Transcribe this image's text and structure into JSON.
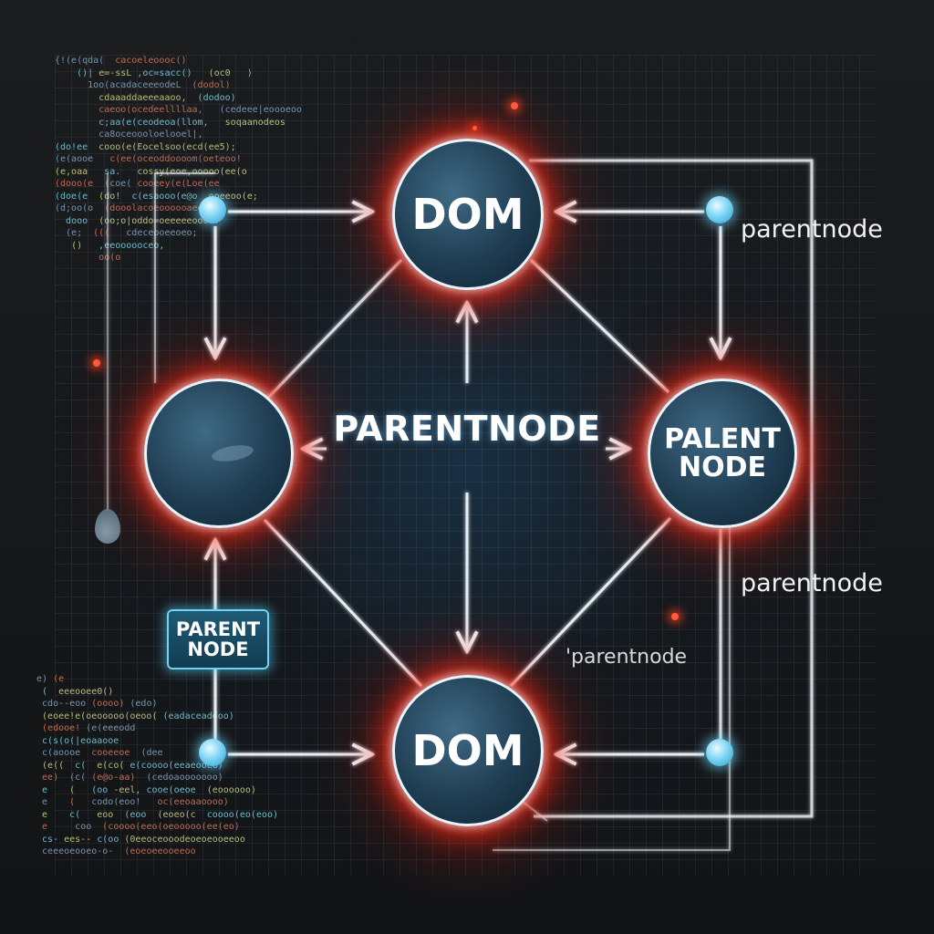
{
  "diagram": {
    "nodes": {
      "top": "DOM",
      "bottom": "DOM",
      "right": "PALENT\nNODE",
      "left": ""
    },
    "center_label": "PARENTNODE",
    "box_label": "PARENT\nNODE",
    "side_labels": {
      "top": "parentnode",
      "middle": "parentnode",
      "lower": "'parentnode"
    }
  },
  "colors": {
    "node_glow": "#ff2a14",
    "node_fill": "#1f3d52",
    "wire": "#e6eef3",
    "dot": "#7fd6f5",
    "background": "#141618"
  },
  "code_snippets": {
    "top": [
      "{!(e(qda(  cacoeleoooc()",
      "    ()| e=-ssL ,oc=sacc()   (oc0   )",
      "      1oo(acadaceeeodeL  (dodol)",
      "        cdaaaddaeeeaaoo,  (dodoo)",
      "        caeoo(ocedeellllaa,   (cedeee|eoooeoo",
      "        c;aa(e(ceodeoa(llom,   soqaanodeos",
      "        ca8oceoooloelooel|,",
      "(do!ee  cooo(e(Eocelsoo(ecd(ee5);",
      "(e(aooe   c(ee(oceoddoooom(oeteoo!",
      "(e,oaa   sa.   cossy(eoe,ooooo(ee(o",
      "(dooo(e  (coe( cooeey(e(Loe(ee",
      "(doe(e  (do!  c(esaooo(e@o  ooeeoo(e;",
      "(d;oo(o  (dooolacoeoooooaeeeoo:",
      "  dooo  (oo;o|oddo=oeeeeeoood!",
      "  (e;  (((   cdeceooeeoeo;",
      "   ()   ,eeoooooceo,",
      "        oo(o"
    ],
    "bottom": [
      "e) (e",
      " (  eeeooee0()",
      " cdo--eoo (oooo) (edo)",
      " (eoee!e(oeooooo(oeoo( (eadaceaddoo)",
      " (edooe! (e(eeeodd",
      " c(s(o(|eoaaooe",
      " c(aoooe  cooeeoe  (dee",
      " (e((  c(  e(co( e(coooo(eeaeooeo)",
      " ee)  (c( (e@o-aa)  (cedoaooooooo)",
      " e    (   (oo -eel, cooe(oeoe  (eoooooo)",
      " e    (   codo(eoo!   oc(eeoaaoooo)",
      " e    c(   eoo  (eoo  (eoeo(c  coooo(eo(eoo)",
      " e     coo  (coooo(eeo(oeooooo(ee(eo)",
      " cs- ees-- c(oo (0eeoceooodeoeoeooeeoo",
      " ceeeoeooeo-o-  (eoeoeeooeeoo"
    ]
  }
}
